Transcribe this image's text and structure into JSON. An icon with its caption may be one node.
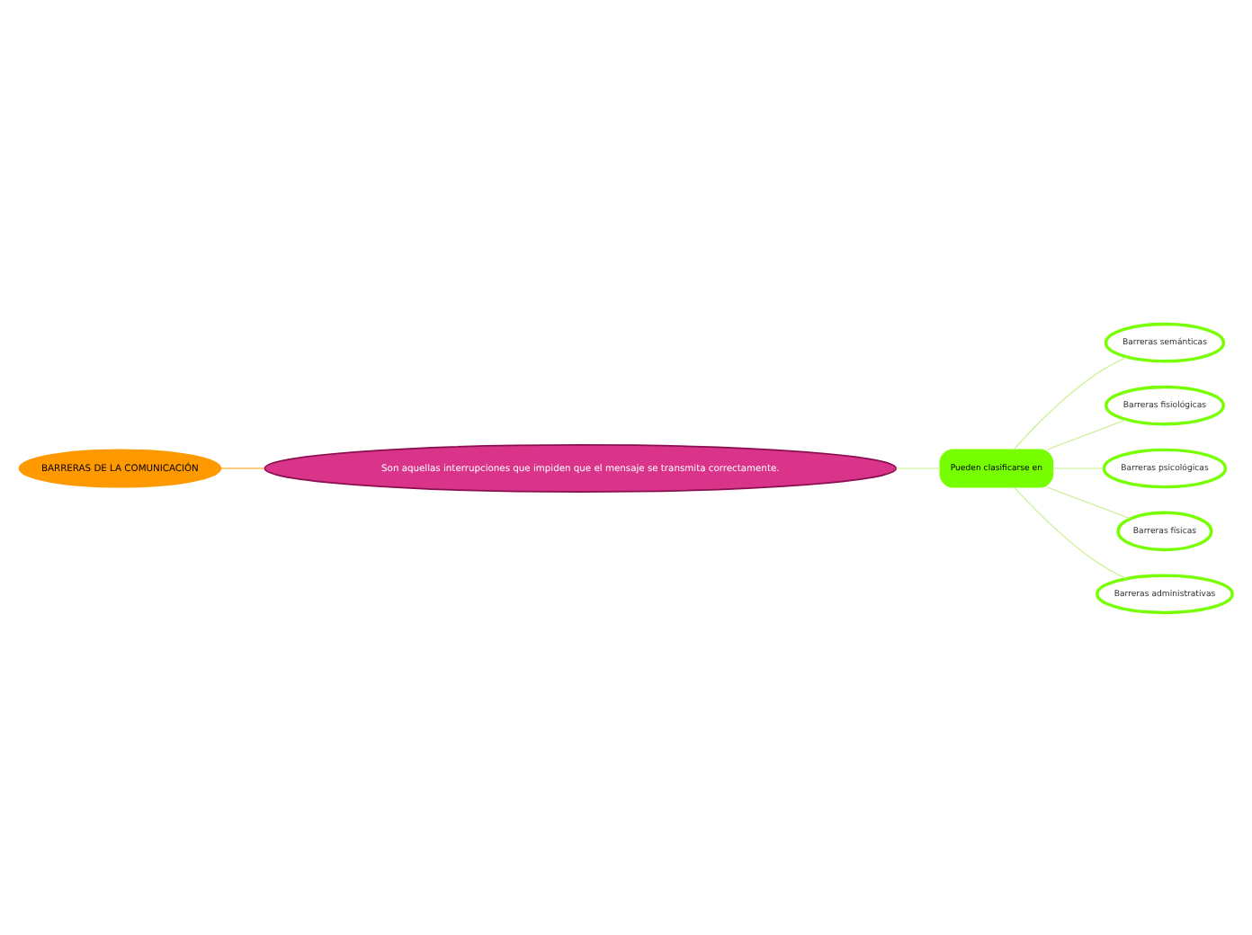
{
  "diagram": {
    "nodes": [
      {
        "text": [
          "BARRERAS DE LA COMUNICACIÓN"
        ]
      },
      {
        "text": [
          "Son aquellas interrupciones que impiden que el mensaje se transmita correctamente."
        ]
      },
      {
        "text": [
          "Pueden clasificarse en"
        ]
      },
      {
        "text": [
          "Barreras semánticas"
        ]
      },
      {
        "text": [
          "Barreras fisiológicas"
        ]
      },
      {
        "text": [
          "Barreras psicológicas"
        ]
      },
      {
        "text": [
          "Barreras físicas"
        ]
      },
      {
        "text": [
          "Barreras administrativas"
        ]
      }
    ],
    "edges": [
      {
        "from": 0,
        "to": 1,
        "arrow": "none",
        "color": "#ff9900"
      },
      {
        "from": 1,
        "to": 2,
        "arrow": "none"
      },
      {
        "from": 2,
        "to": 3,
        "arrow": "none"
      },
      {
        "from": 2,
        "to": 4,
        "arrow": "none"
      },
      {
        "from": 2,
        "to": 5,
        "arrow": "none"
      },
      {
        "from": 2,
        "to": 6,
        "arrow": "none"
      },
      {
        "from": 2,
        "to": 7,
        "arrow": "none"
      }
    ]
  }
}
